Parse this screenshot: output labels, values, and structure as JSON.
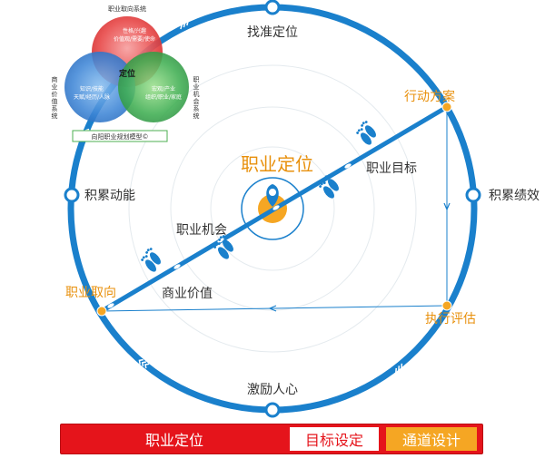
{
  "venn": {
    "title": "职业取向系统",
    "left_label": [
      "商",
      "业",
      "价",
      "值",
      "系",
      "统"
    ],
    "right_label": [
      "职",
      "业",
      "机",
      "会",
      "系",
      "统"
    ],
    "red_text": [
      "性格/兴趣",
      "价值观/需要/使命"
    ],
    "blue_text": [
      "知识/技能",
      "天赋/经历/人脉"
    ],
    "green_text": [
      "宏观/产业",
      "组织/职业/家庭"
    ],
    "center": "定位",
    "model_label": "向阳职业规划模型©"
  },
  "cycle": {
    "top": "找准定位",
    "left": "积累动能",
    "right": "积累绩效",
    "bottom": "激励人心",
    "action_plan": "行动方案",
    "execute_eval": "执行评估",
    "career_orientation": "职业取向",
    "commercial_value": "商业价值",
    "career_opportunity": "职业机会",
    "career_goal": "职业目标",
    "career_positioning": "职业定位"
  },
  "bottom_bar": {
    "left": "职业定位",
    "middle": "目标设定",
    "right": "通道设计"
  },
  "colors": {
    "ring_blue": "#1a80cc",
    "accent_orange": "#f5a623",
    "orange_text": "#e8900c",
    "red_bar": "#e5141b"
  }
}
